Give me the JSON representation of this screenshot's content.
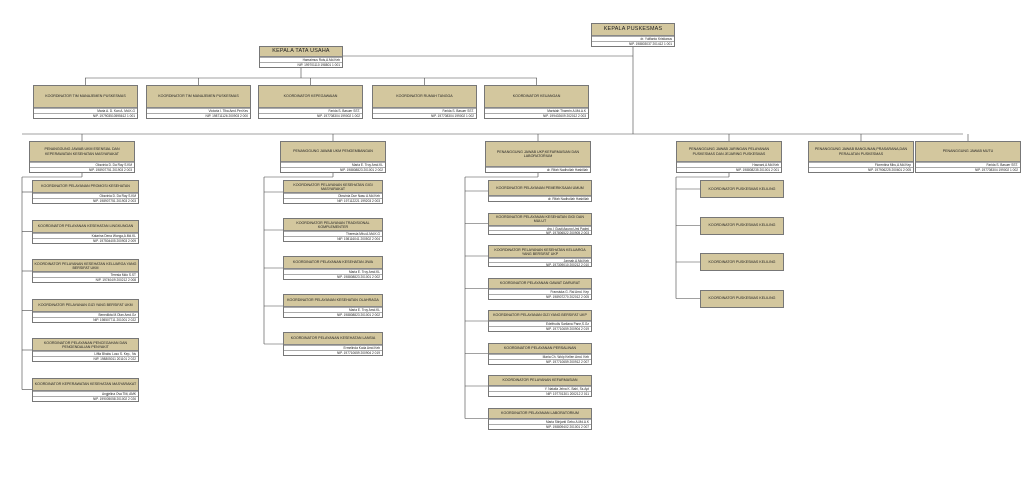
{
  "chart": {
    "head": {
      "id": "head",
      "title": "KEPALA PUSKESMAS",
      "name": "dr. Yulfianto Kristianus",
      "nip": "NIP. 198803037 201412 1 001"
    },
    "tu": {
      "id": "tu",
      "title": "KEPALA TATA USAHA",
      "name": "Hamaimus Rois,A.Md.Keb",
      "nip": "NIP. 199701110 198801 1 001"
    },
    "coords": [
      {
        "id": "c1",
        "title": "KOORDINATOR TIM MANAJEMEN PUSKESMAS",
        "name": "Maria A. D. Kan A. Md.K.G",
        "nip": "NIP. 197903510595612 1 001"
      },
      {
        "id": "c2",
        "title": "KOORDINATOR TIM MANAJEMEN PUSKESMAS",
        "name": "Victoria I. Tiba Amd.Per.Kes",
        "nip": "NIP. 198711126 200903 2 000"
      },
      {
        "id": "c3",
        "title": "KOORDINATOR KEPEGAWAIAN",
        "name": "Farida S. Basuer SST.",
        "nip": "NIP. 197708304 199002 1 002"
      },
      {
        "id": "c4",
        "title": "KOORDINATOR RUMAH TANGGA",
        "name": "Farida S. Basuer SST.",
        "nip": "NIP. 197708304 199002 1 002"
      },
      {
        "id": "c5",
        "title": "KOORDINATOR KEUANGAN",
        "name": "Marisiah Thamrin A.Md.A.K",
        "nip": "NIP. 199402609 202012 2 003"
      }
    ],
    "columns": [
      {
        "head": {
          "id": "h1",
          "title": "PENANGGUNG JAWAB UKM ESENSIAL DAN KEPERAWATAN KESEHATAN MASYARAKAT",
          "name": "Oksvinia D. Da Ray S.KM",
          "nip": "NIP. 198907751 201903 2 003"
        },
        "children": [
          {
            "id": "h1c1",
            "title": "KOORDINATOR PELAYANAN PROMOSI KESEHATAN",
            "name": "Oksvinia D. Da Ray S.KM",
            "nip": "NIP. 198907751 201903 2 003"
          },
          {
            "id": "h1c2",
            "title": "KOORDINATOR PELAYANAN KESEHATAN LINGKUNGAN",
            "name": "Katarina Dena Wonga,A.Md.KL",
            "nip": "NIP. 197504405 200903 2 009"
          },
          {
            "id": "h1c3",
            "title": "KOORDINATOR PELAYANAN KESEHATAN KELUARGA YANG BERSIFAT UKM",
            "name": "Teresia Mdo S.ST",
            "nip": "NIP. 197404/9 200212 2 008"
          },
          {
            "id": "h1c4",
            "title": "KOORDINATOR PELAYANAN GIZI YANG BERSIFAT UKM",
            "name": "Benedikta M.Olan Amd.Gz",
            "nip": "NIP. 198507711 201001 2 022"
          },
          {
            "id": "h1c5",
            "title": "KOORDINATOR PELAYANAN PENCEGAHAN DAN PENGENDALIAN PENYAKIT",
            "name": "Liffia Bhabu Loso S. Kep., Ns",
            "nip": "NIP. 198805011 201101 2 022"
          },
          {
            "id": "h1c6",
            "title": "KOORDINATOR KEPERAWATAN KESEHATAN MASYARAKAT",
            "name": "Angjelina Ova Tiiti, AMK",
            "nip": "NIP. 199005058 201002 2 026"
          }
        ]
      },
      {
        "head": {
          "id": "h2",
          "title": "PENANGGUNG JAWAB UKM PENGEMBANGAN",
          "name": "Maria E. Troy Amd.KL",
          "nip": "NIP. 198808823 201001 2 002"
        },
        "children": [
          {
            "id": "h2c1",
            "title": "KOORDINATOR PELAYANAN KESEHATAN GIGI MASYARAKAT",
            "name": "Oksvinia Due Nasu A.Md.Keb",
            "nip": "NIP. 197112221 199203 2 003"
          },
          {
            "id": "h2c2",
            "title": "KOORDINATOR PELAYANAN TRADISIONAL KOMPLEMENTER",
            "name": "Theresia Mbu A.Md.K.G",
            "nip": "NIP. 198116041 200502 2 004"
          },
          {
            "id": "h2c3",
            "title": "KOORDINATOR PELAYANAN KESEHATAN JIWA",
            "name": "Maria E. Troy Amd.KL",
            "nip": "NIP. 198808823 201001 2 002"
          },
          {
            "id": "h2c4",
            "title": "KOORDINATOR PELAYANAN KESEHATAN OLAHRAGA",
            "name": "Maria E. Troy Amd.KL",
            "nip": "NIP. 198808823 201001 2 002"
          },
          {
            "id": "h2c5",
            "title": "KOORDINATOR PELAYANAN KESEHATAN LANSIA",
            "name": "Ermelinda Koda Amd.Keb",
            "nip": "NIP. 197710659 200904 2 019"
          }
        ]
      },
      {
        "head": {
          "id": "h3",
          "title": "PENANGGUNG JAWAB UKP,KEFARMASIAN DAN LABORATORIUM",
          "name": "dr. Rifah Nadhollah Hasbillah",
          "nip": ""
        },
        "children": [
          {
            "id": "h3c1",
            "title": "KOORDINATOR PELAYANAN PEMERIKSAAN UMUM",
            "name": "dr. Rifah Nadhollah Hasbillah",
            "nip": ""
          },
          {
            "id": "h3c2",
            "title": "KOORDINATOR PELAYANAN KESEHATAN GIGI DAN MULUT",
            "name": "drg. I Gusti Agung Umi Padmi",
            "nip": "NIP. 197806522 200905 2 003"
          },
          {
            "id": "h3c3",
            "title": "KOORDINATOR PELAYANAN KESEHATAN KELUARGA YANG BERSIFAT UKP",
            "name": "Jannah,A.Md.Keb",
            "nip": "NIP. 197309010 200212 2 010"
          },
          {
            "id": "h3c4",
            "title": "KOORDINATOR PELAYANAN GAWAT DARURAT",
            "name": "Fransiska G. Rai Amd. Kep",
            "nip": "NIP. 198907270 202012 2 005"
          },
          {
            "id": "h3c5",
            "title": "KOORDINATOR PELAYANAN GIZI YANG BERSIFAT UKP",
            "name": "Edelfrudis Sarliana Pane,S.Gz",
            "nip": "NIP. 197710659 200904 2 019"
          },
          {
            "id": "h3c6",
            "title": "KOORDINATOR PELAYANAN PERSALINAN",
            "name": "Maria Ch. Wolp Kellen Amd. Keb",
            "nip": "NIP. 197710659 200912 2 007"
          },
          {
            "id": "h3c7",
            "title": "KOORDINATOR PELAYANAN KEFARMASIAN",
            "name": "Y. Natalia Jelna K. Bahi, Ss.Apt",
            "nip": "NIP. 197701301 200212 2 011"
          },
          {
            "id": "h3c8",
            "title": "KOORDINATOR PELAYANAN LABORATORIUM",
            "name": "Maria Stinjanti Gebu A.Md.A.K",
            "nip": "NIP. 198809402 201001 2 007"
          }
        ]
      },
      {
        "head": {
          "id": "h4",
          "title": "PENANGGUNG JAWAB JARINGAN PELAYANAN PUSKESMAS DAN JEJARING PUSKESMAS",
          "name": "Hasnani,A.Md.Keb",
          "nip": "NIP. 198808235 201001 2 001"
        },
        "children": [
          {
            "id": "h4c1",
            "title": "KOORDINATOR PUSKESMAS KELILING",
            "name": "",
            "nip": ""
          },
          {
            "id": "h4c2",
            "title": "KOORDINATOR PUSKESMAS KELILING",
            "name": "",
            "nip": ""
          },
          {
            "id": "h4c3",
            "title": "KOORDINATOR PUSKESMAS KELILING",
            "name": "",
            "nip": ""
          },
          {
            "id": "h4c4",
            "title": "KOORDINATOR PUSKESMAS KELILING",
            "name": "",
            "nip": ""
          }
        ]
      },
      {
        "head": {
          "id": "h5",
          "title": "PENANGGUNG JAWAB BANGUNAN,PRASARANA,DAN PERALATAN PUSKESMAS",
          "name": "Florentina Mbu,A.Md.Kep",
          "nip": "NIP. 197906225 200601 2 005"
        },
        "children": []
      },
      {
        "head": {
          "id": "h6",
          "title": "PENANGGUNG JAWAB MUTU",
          "name": "Farida S. Basuer SST.",
          "nip": "NIP. 197708304 199002 1 002"
        },
        "children": []
      }
    ]
  }
}
